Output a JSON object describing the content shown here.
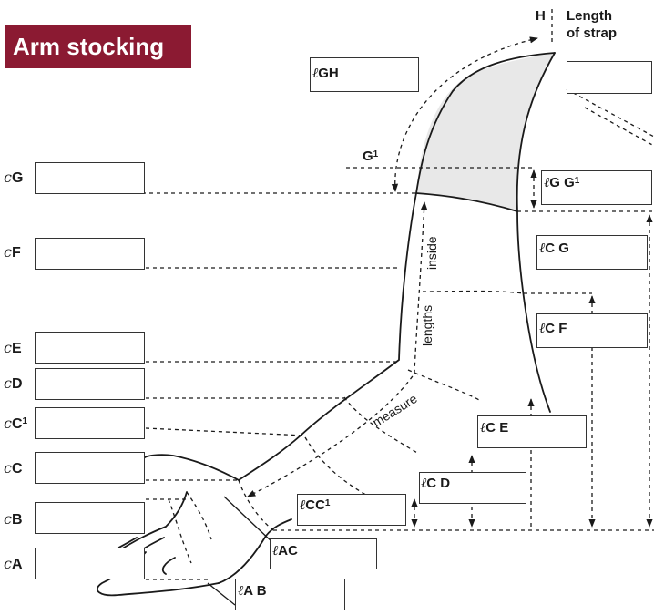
{
  "title": "Arm stocking",
  "header": {
    "point_h": "H",
    "strap_line1": "Length",
    "strap_line2": "of strap",
    "point_g1": "G",
    "point_g1_sup": "1"
  },
  "circumference": {
    "prefix": "c",
    "items": [
      {
        "letter": "G",
        "sup": ""
      },
      {
        "letter": "F",
        "sup": ""
      },
      {
        "letter": "E",
        "sup": ""
      },
      {
        "letter": "D",
        "sup": ""
      },
      {
        "letter": "C",
        "sup": "1"
      },
      {
        "letter": "C",
        "sup": ""
      },
      {
        "letter": "B",
        "sup": ""
      },
      {
        "letter": "A",
        "sup": ""
      }
    ]
  },
  "lengths": {
    "prefix": "ℓ",
    "items": [
      {
        "text": "GH",
        "sup": ""
      },
      {
        "text": "G G",
        "sup": "1"
      },
      {
        "text": "C G",
        "sup": ""
      },
      {
        "text": "C F",
        "sup": ""
      },
      {
        "text": "C E",
        "sup": ""
      },
      {
        "text": "C D",
        "sup": ""
      },
      {
        "text": "CC",
        "sup": "1"
      },
      {
        "text": "AC",
        "sup": ""
      },
      {
        "text": "A B",
        "sup": ""
      }
    ]
  },
  "annotations": {
    "word1": "measure",
    "word2": "lengths",
    "word3": "inside"
  },
  "colors": {
    "title_bg": "#8b1a32",
    "shade": "#e8e8e8",
    "line": "#1a1a1a"
  }
}
